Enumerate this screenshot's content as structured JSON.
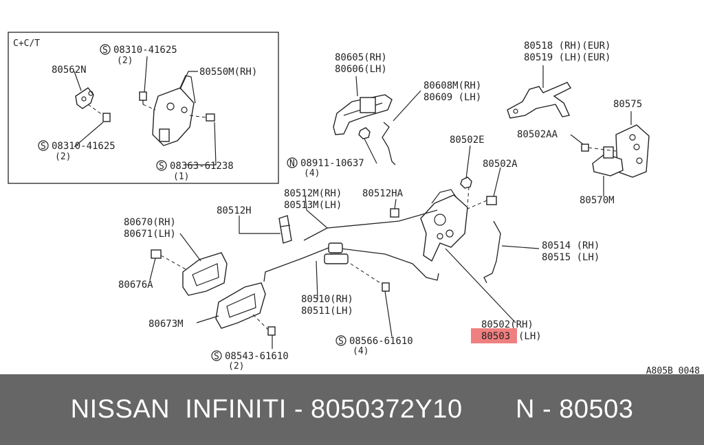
{
  "diagram": {
    "inset_title": "C+C/T",
    "ref_code": "A805B 0048",
    "highlight_color": "#f08080",
    "labels": {
      "l_80562N": "80562N",
      "l_08310_top": "08310-41625",
      "l_08310_top_q": "(2)",
      "l_80550M": "80550M(RH)",
      "l_08310_bot": "08310-41625",
      "l_08310_bot_q": "(2)",
      "l_08363": "08363-61238",
      "l_08363_q": "(1)",
      "l_80605": "80605(RH)",
      "l_80606": "80606(LH)",
      "l_80608M": "80608M(RH)",
      "l_80609": "80609 (LH)",
      "l_08911": "08911-10637",
      "l_08911_q": "(4)",
      "l_80518": "80518 (RH)(EUR)",
      "l_80519": "80519 (LH)(EUR)",
      "l_80575": "80575",
      "l_80502AA": "80502AA",
      "l_80570M": "80570M",
      "l_80502E": "80502E",
      "l_80502A": "80502A",
      "l_80512M": "80512M(RH)",
      "l_80513M": "80513M(LH)",
      "l_80512HA": "80512HA",
      "l_80512H": "80512H",
      "l_80670": "80670(RH)",
      "l_80671": "80671(LH)",
      "l_80676A": "80676A",
      "l_80673M": "80673M",
      "l_80514": "80514 (RH)",
      "l_80515": "80515 (LH)",
      "l_80510": "80510(RH)",
      "l_80511": "80511(LH)",
      "l_80502": "80502(RH)",
      "l_80503": "80503",
      "l_80503_lh": "(LH)",
      "l_08566": "08566-61610",
      "l_08566_q": "(4)",
      "l_08543": "08543-61610",
      "l_08543_q": "(2)"
    },
    "symbols": {
      "s_mark": "S",
      "n_mark": "N"
    }
  },
  "banner": {
    "brand": "NISSAN  INFINITI - 8050372Y10",
    "part_ref": "N - 80503"
  }
}
